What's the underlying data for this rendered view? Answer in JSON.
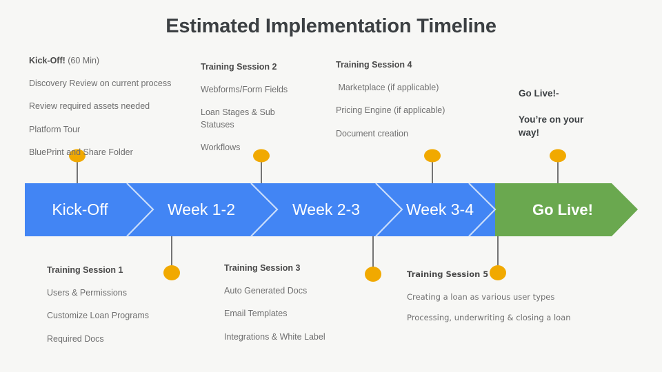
{
  "page": {
    "title": "Estimated Implementation Timeline",
    "background_color": "#f7f7f5"
  },
  "colors": {
    "blue": "#4285f4",
    "green": "#6aa84f",
    "dot": "#f1a900",
    "connector": "#3c3c3c",
    "chevron_line": "#c9ddfb",
    "text_dark": "#4a4a4a",
    "text_body": "#6f6f6f",
    "title": "#3c4043"
  },
  "timeline": {
    "stages": [
      {
        "label": "Kick-Off",
        "color_key": "blue",
        "bold": false
      },
      {
        "label": "Week 1-2",
        "color_key": "blue",
        "bold": false
      },
      {
        "label": "Week 2-3",
        "color_key": "blue",
        "bold": false
      },
      {
        "label": "Week 3-4",
        "color_key": "blue",
        "bold": false
      },
      {
        "label": "Go Live!",
        "color_key": "green",
        "bold": true
      }
    ]
  },
  "markers": {
    "above": [
      {
        "id": "marker-kickoff"
      },
      {
        "id": "marker-training-2"
      },
      {
        "id": "marker-training-4"
      },
      {
        "id": "marker-golive"
      }
    ],
    "below": [
      {
        "id": "marker-training-1"
      },
      {
        "id": "marker-training-3"
      },
      {
        "id": "marker-training-5"
      }
    ]
  },
  "blocks": {
    "kickoff": {
      "heading_bold": "Kick-Off!",
      "heading_regular": " (60 Min)",
      "items": [
        "Discovery Review on current process",
        "Review required assets needed",
        "Platform Tour",
        "BluePrint and Share Folder"
      ]
    },
    "training_session_2": {
      "heading": "Training Session 2",
      "items": [
        "Webforms/Form Fields",
        "Loan Stages & Sub Statuses",
        "Workflows"
      ]
    },
    "training_session_4": {
      "heading": "Training Session 4",
      "items": [
        " Marketplace (if applicable)",
        "Pricing Engine (if applicable)",
        "Document creation"
      ]
    },
    "go_live": {
      "lines": [
        "Go Live!-",
        "You’re on your way!"
      ]
    },
    "training_session_1": {
      "heading": "Training Session 1",
      "items": [
        "Users & Permissions",
        "Customize Loan Programs",
        "Required Docs"
      ]
    },
    "training_session_3": {
      "heading": "Training Session 3",
      "items": [
        "Auto Generated Docs",
        "Email Templates",
        "Integrations & White Label"
      ]
    },
    "training_session_5": {
      "heading": "Training Session 5",
      "items": [
        "Creating a loan as various user types",
        "Processing, underwriting & closing a loan"
      ]
    }
  }
}
